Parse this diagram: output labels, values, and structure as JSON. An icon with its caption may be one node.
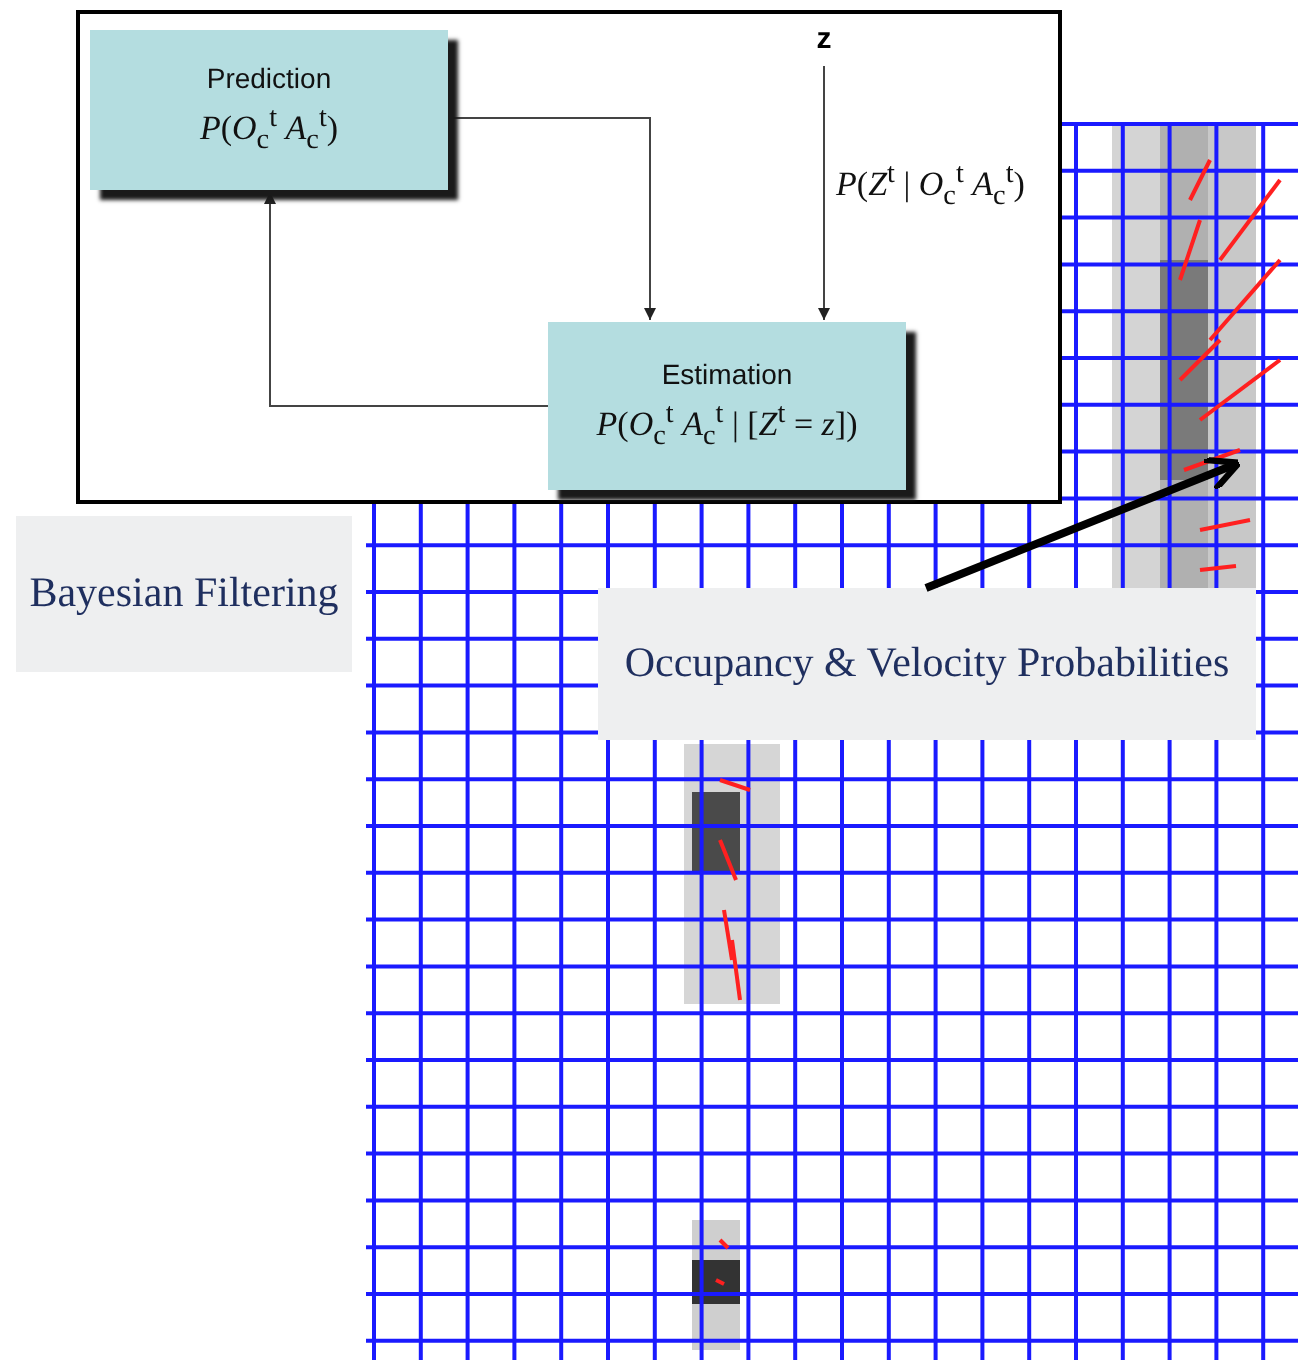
{
  "diagram": {
    "nodes": [
      {
        "text": [],
        "shape": "box"
      },
      {
        "text": [
          "Prediction",
          "*P*(*O*$_{c}$$^{t}$ *A*$_{c}$$^{t}$)"
        ],
        "in": 0
      },
      {
        "text": [
          "Estimation",
          "*P*(*O*$_{c}$$^{t}$ *A*$_{c}$$^{t}$ | [*Z*$^{t}$ = *z*])"
        ],
        "in": 0
      },
      {
        "text": [
          "z"
        ],
        "in": 0
      },
      {
        "text": [
          "Bayesian Filtering"
        ]
      },
      {
        "text": [
          "Occupancy & Velocity Probabilities"
        ]
      }
    ],
    "edges": [
      {
        "from": 1,
        "to": 2,
        "arrow": "to"
      },
      {
        "from": 2,
        "to": 1,
        "arrow": "to"
      },
      {
        "from": 3,
        "to": 2,
        "arrow": "to",
        "label": "*P*(*Z*$^{t}$ | *O*$_{c}$$^{t}$ *A*$_{c}$$^{t}$)"
      },
      {
        "from": 5,
        "to": null,
        "arrow": "to",
        "style": "thick"
      }
    ]
  }
}
